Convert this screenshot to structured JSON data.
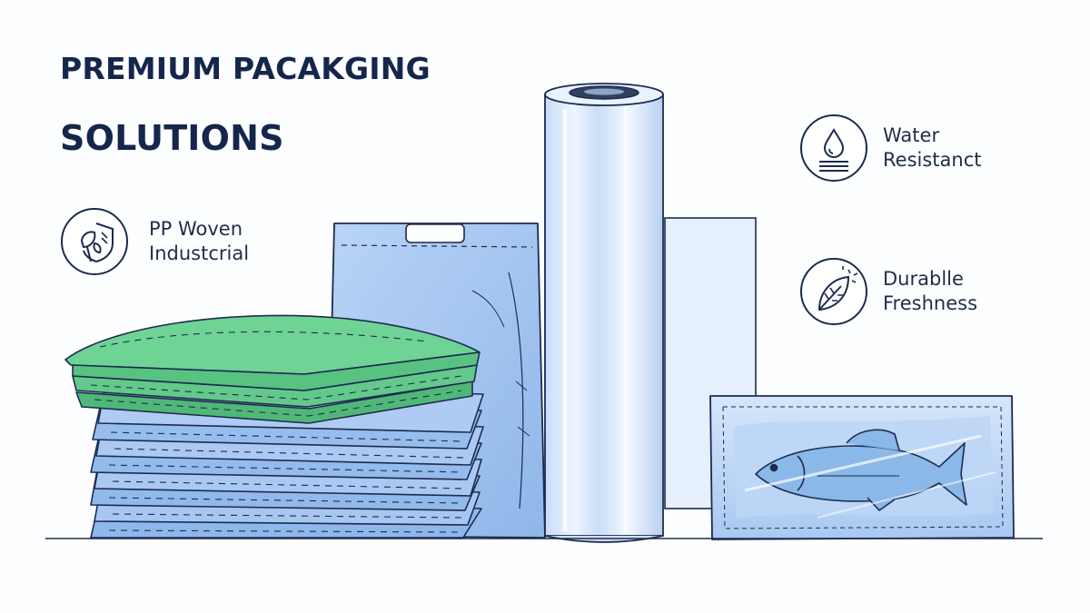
{
  "title": {
    "line1": "PREMIUM PACAKGING",
    "line2": "SOLUTIONS"
  },
  "features": [
    {
      "line1": "PP Woven",
      "line2": "Industcrial",
      "icon": "leaf-shield-icon"
    },
    {
      "line1": "Water",
      "line2": "Resistanct",
      "icon": "water-drop-icon"
    },
    {
      "line1": "Durablle",
      "line2": "Freshness",
      "icon": "leaf-sparkle-icon"
    }
  ],
  "colors": {
    "title": "#15264d",
    "outline": "#1d2b4f",
    "green_bag": "#5fca86",
    "blue_bag": "#9ec3f0",
    "film": "#dce9fb",
    "fish": "#7faee0"
  }
}
